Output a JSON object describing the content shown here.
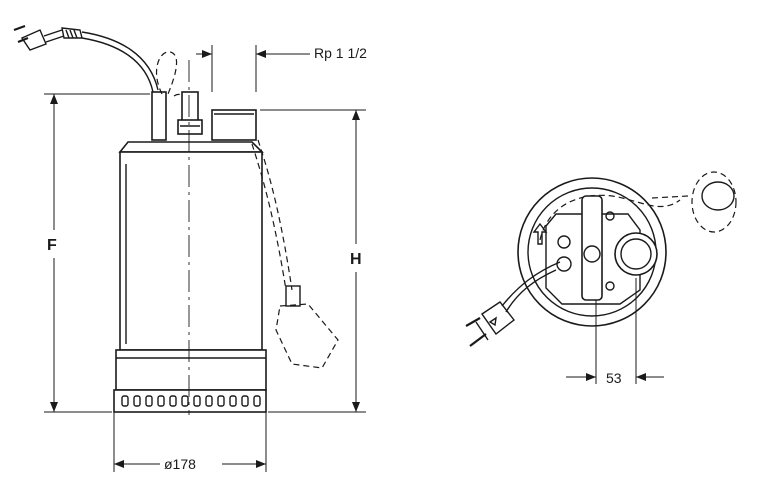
{
  "dimensions": {
    "outlet_thread": "Rp  1  1/2",
    "height_F": "F",
    "height_H": "H",
    "diameter": "ø178",
    "offset": "53"
  }
}
